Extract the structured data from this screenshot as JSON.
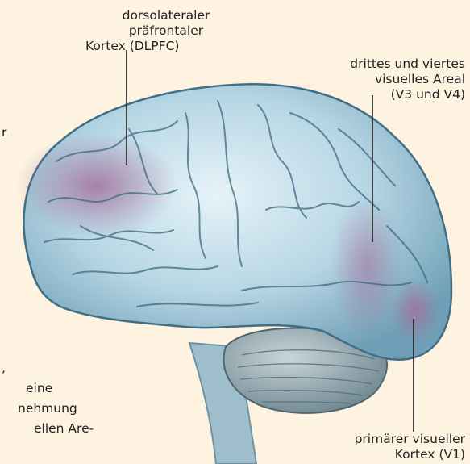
{
  "labels": {
    "dlpfc": [
      "dorsolateraler präfrontaler",
      "Kortex (DLPFC)"
    ],
    "v3v4": [
      "drittes und viertes",
      "visuelles Areal",
      "(V3 und V4)"
    ],
    "v1": [
      "primärer visueller",
      "Kortex (V1)"
    ]
  },
  "body_text_fragments": {
    "top": "r",
    "bottom": [
      ",",
      "eine",
      "nehmung",
      "ellen Are-"
    ]
  },
  "colors": {
    "background": "#fdf3e0",
    "brain_fill": "#bcd9e6",
    "brain_highlight": "#a77aa0",
    "leader_line": "#1a1a1a"
  }
}
